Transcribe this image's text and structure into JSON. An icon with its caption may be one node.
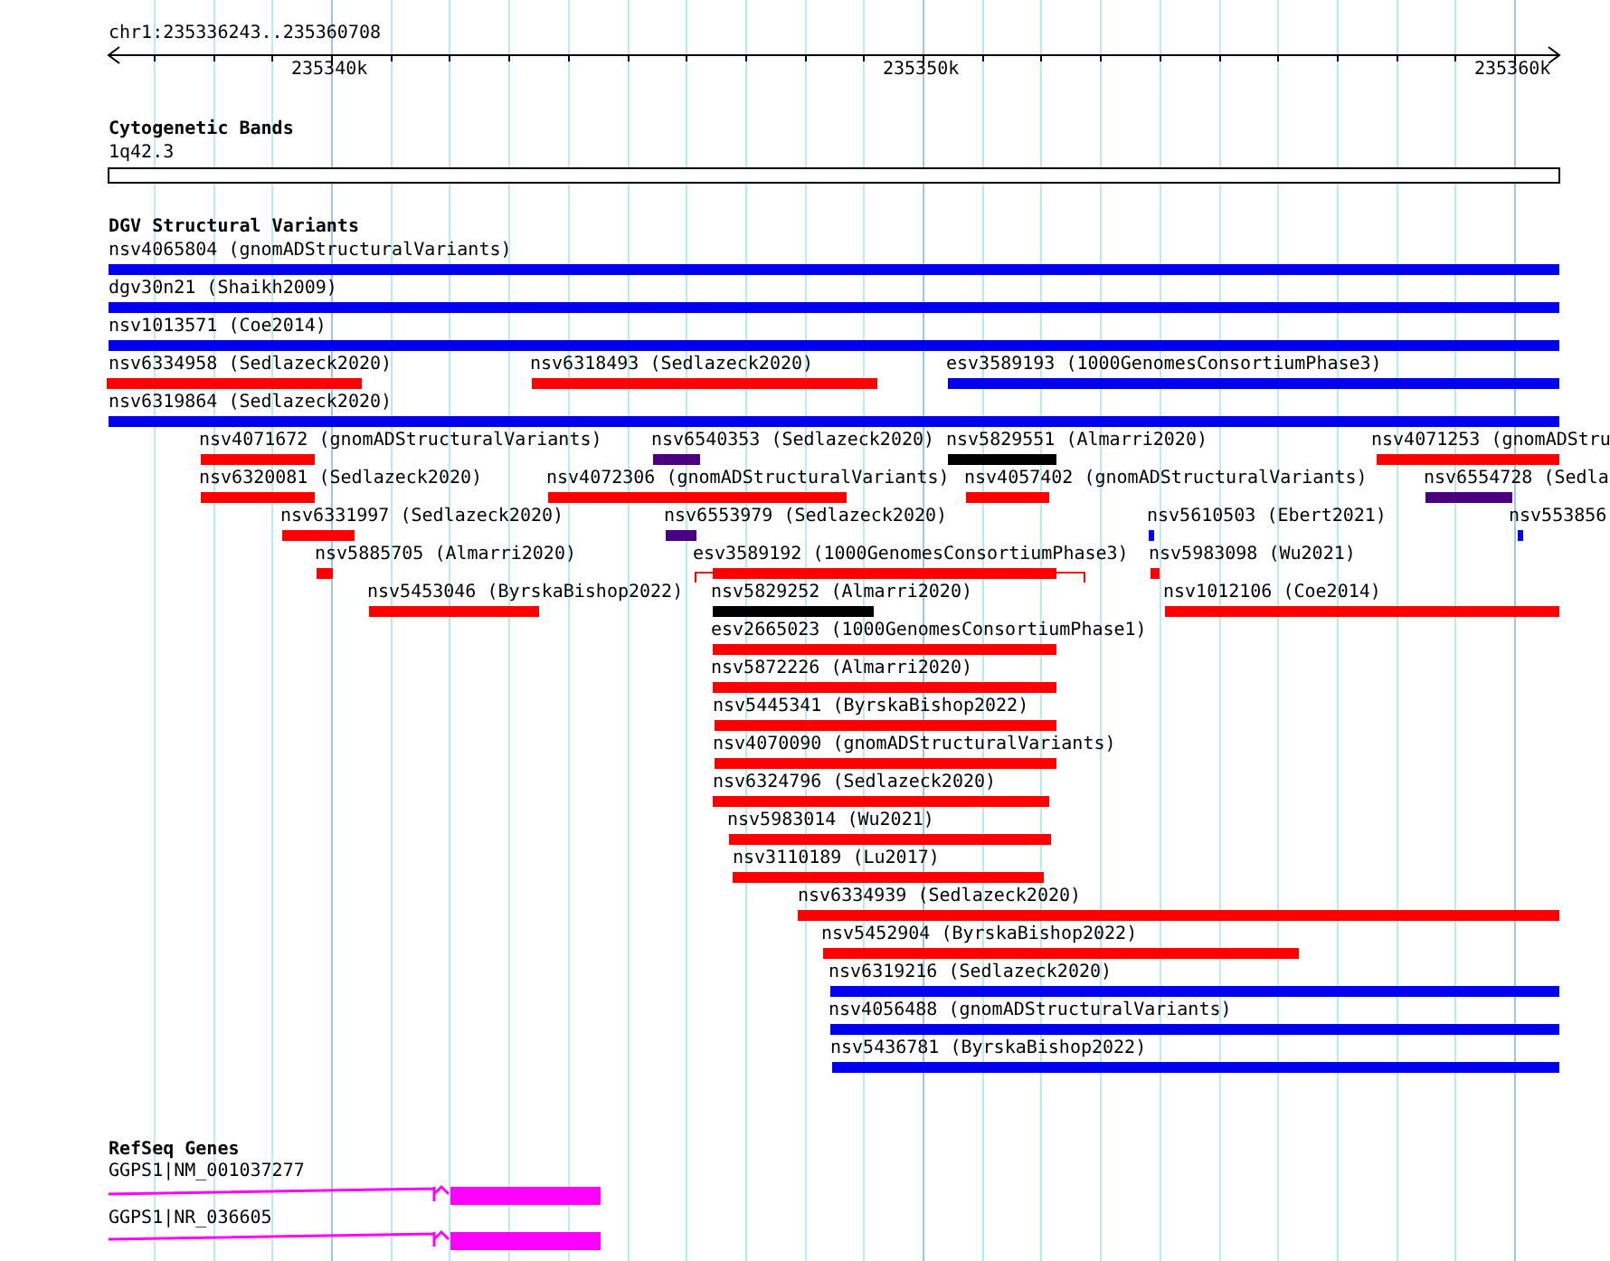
{
  "diagram": {
    "labels": [
      "chr1:235336243..235360708",
      "235340k",
      "235350k",
      "235360k",
      "Cytogenetic Bands",
      "1q42.3",
      "DGV Structural Variants",
      "nsv4065804 (gnomADStructuralVariants)",
      "dgv30n21 (Shaikh2009)",
      "nsv1013571 (Coe2014)",
      "nsv6334958 (Sedlazeck2020)",
      "nsv6318493 (Sedlazeck2020)",
      "esv3589193 (1000GenomesConsortiumPhase3)",
      "nsv6319864 (Sedlazeck2020)",
      "nsv4071672 (gnomADStructuralVariants)",
      "nsv6540353 (Sedlazeck2020)",
      "nsv5829551 (Almarri2020)",
      "nsv4071253 (gnomADStru",
      "nsv6320081 (Sedlazeck2020)",
      "nsv4072306 (gnomADStructuralVariants)",
      "nsv4057402 (gnomADStructuralVariants)",
      "nsv6554728 (Sedla",
      "nsv6331997 (Sedlazeck2020)",
      "nsv6553979 (Sedlazeck2020)",
      "nsv5610503 (Ebert2021)",
      "nsv553856",
      "nsv5885705 (Almarri2020)",
      "esv3589192 (1000GenomesConsortiumPhase3)",
      "nsv5983098 (Wu2021)",
      "nsv5453046 (ByrskaBishop2022)",
      "nsv5829252 (Almarri2020)",
      "nsv1012106 (Coe2014)",
      "esv2665023 (1000GenomesConsortiumPhase1)",
      "nsv5872226 (Almarri2020)",
      "nsv5445341 (ByrskaBishop2022)",
      "nsv4070090 (gnomADStructuralVariants)",
      "nsv6324796 (Sedlazeck2020)",
      "nsv5983014 (Wu2021)",
      "nsv3110189 (Lu2017)",
      "nsv6334939 (Sedlazeck2020)",
      "nsv5452904 (ByrskaBishop2022)",
      "nsv6319216 (Sedlazeck2020)",
      "nsv4056488 (gnomADStructuralVariants)",
      "nsv5436781 (ByrskaBishop2022)",
      "RefSeq Genes",
      "GGPS1|NM_001037277",
      "GGPS1|NR_036605"
    ]
  }
}
